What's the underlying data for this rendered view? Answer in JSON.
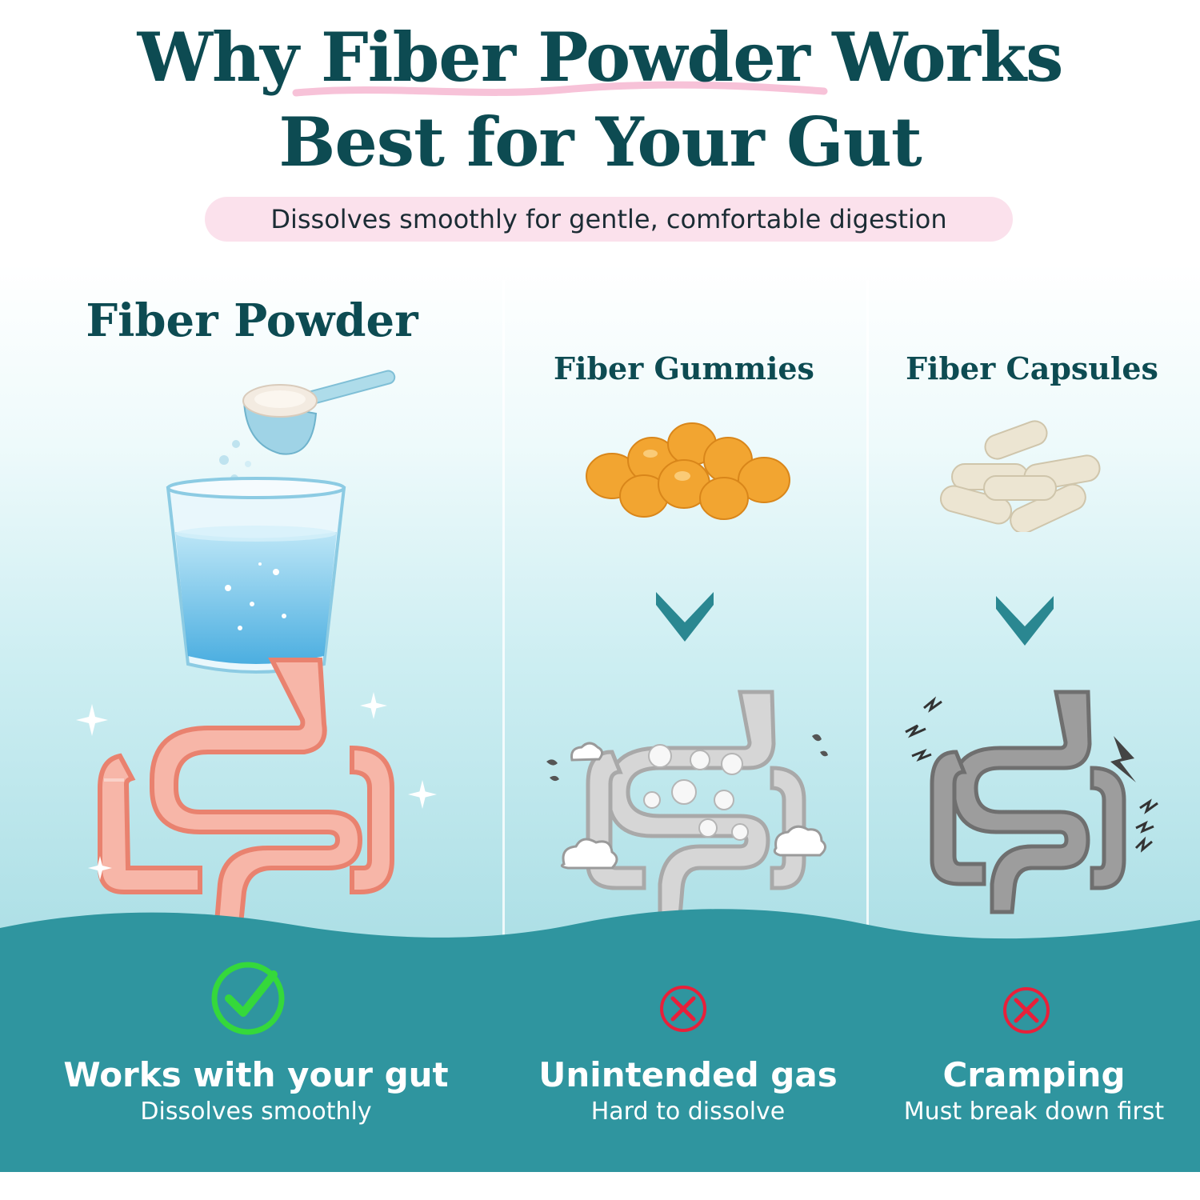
{
  "header": {
    "title_line1": "Why Fiber Powder Works",
    "title_line2": "Best for Your Gut",
    "subtitle": "Dissolves smoothly for gentle, comfortable digestion"
  },
  "columns": [
    {
      "title": "Fiber Powder",
      "result_title": "Works with your gut",
      "result_sub": "Dissolves smoothly",
      "status_icon": "check-circle-icon"
    },
    {
      "title": "Fiber Gummies",
      "result_title": "Unintended gas",
      "result_sub": "Hard to dissolve",
      "status_icon": "x-circle-icon"
    },
    {
      "title": "Fiber Capsules",
      "result_title": "Cramping",
      "result_sub": "Must break down first",
      "status_icon": "x-circle-icon"
    }
  ],
  "colors": {
    "title": "#0d4b52",
    "band": "#2f959f",
    "pill": "#fbe1ec",
    "check": "#35d83b",
    "cross": "#e8203a",
    "arrow": "#2a8791"
  }
}
